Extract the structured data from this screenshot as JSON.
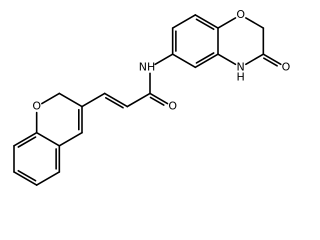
{
  "molecule": {
    "atom_labels": [
      {
        "id": "o-benzoxazine-ring",
        "text": "O"
      },
      {
        "id": "nh-amide",
        "text": "NH"
      },
      {
        "id": "nh-lactam",
        "text": "H"
      },
      {
        "id": "n-lactam",
        "text": "N"
      },
      {
        "id": "o-lactam-carbonyl",
        "text": "O"
      },
      {
        "id": "o-amide-carbonyl",
        "text": "O"
      },
      {
        "id": "o-chromene-ring",
        "text": "O"
      }
    ]
  }
}
